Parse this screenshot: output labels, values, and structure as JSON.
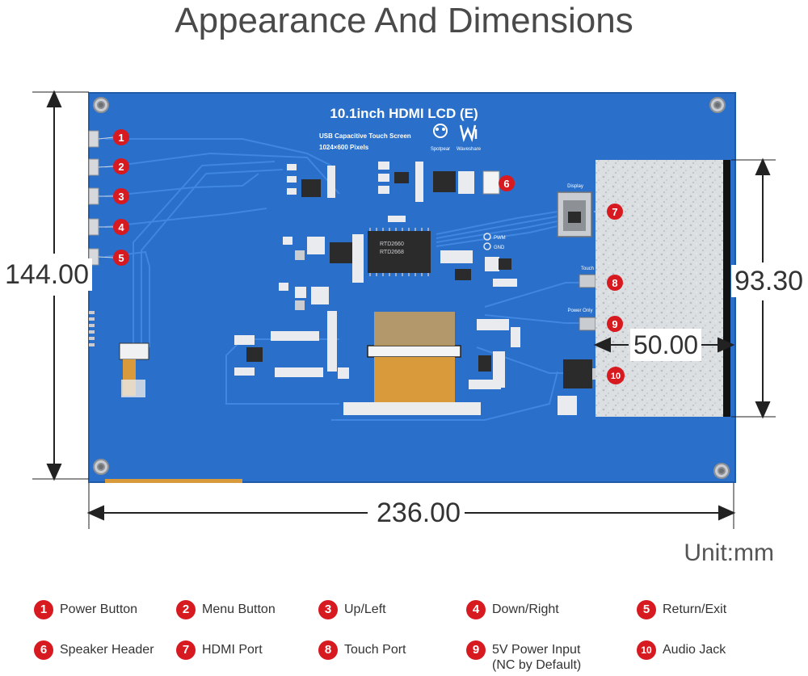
{
  "title": "Appearance And Dimensions",
  "board": {
    "name": "10.1inch HDMI LCD (E)",
    "subtitle": "USB Capacitive Touch Screen",
    "resolution": "1024×600 Pixels",
    "brands": [
      "Spotpear",
      "Waveshare"
    ],
    "chip_text": [
      "RTD2660",
      "RTD2668"
    ],
    "pwm_label": "PWM",
    "gnd_label": "GND",
    "display_label": "Display",
    "touch_label": "Touch",
    "power_label": "Power Only",
    "board_color": "#2a6fc9"
  },
  "dimensions": {
    "height": "144.00",
    "width": "236.00",
    "screen_height": "93.30",
    "screen_offset": "50.00",
    "unit": "Unit:mm"
  },
  "callouts": [
    "1",
    "2",
    "3",
    "4",
    "5",
    "6",
    "7",
    "8",
    "9",
    "10"
  ],
  "legend": [
    {
      "num": "1",
      "label": "Power Button"
    },
    {
      "num": "2",
      "label": "Menu Button"
    },
    {
      "num": "3",
      "label": "Up/Left"
    },
    {
      "num": "4",
      "label": "Down/Right"
    },
    {
      "num": "5",
      "label": "Return/Exit"
    },
    {
      "num": "6",
      "label": "Speaker Header"
    },
    {
      "num": "7",
      "label": "HDMI Port"
    },
    {
      "num": "8",
      "label": "Touch Port"
    },
    {
      "num": "9",
      "label": "5V Power Input",
      "sub": "(NC by Default)"
    },
    {
      "num": "10",
      "label": "Audio Jack"
    }
  ],
  "colors": {
    "callout": "#d71920",
    "board": "#2a6fc9",
    "board_edge": "#1f5aa8",
    "trace": "#3f87e0",
    "fpc": "#d89a3a",
    "screen": "#d9dcdf"
  }
}
